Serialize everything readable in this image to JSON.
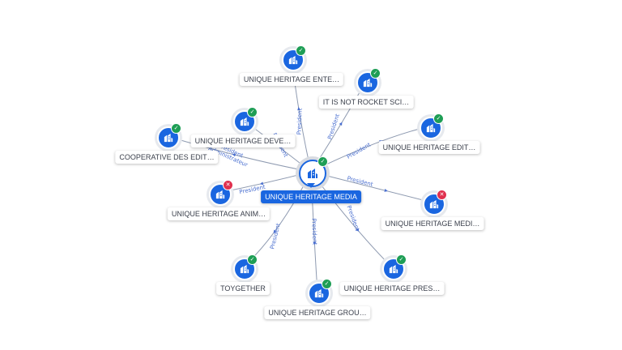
{
  "center": {
    "label": "UNIQUE HERITAGE MEDIA",
    "icon": "company-icon",
    "status": "active"
  },
  "nodes": [
    {
      "id": "n1",
      "label": "UNIQUE HERITAGE ENTE…",
      "status": "active",
      "relation": "President"
    },
    {
      "id": "n2",
      "label": "IT IS NOT ROCKET SCI…",
      "status": "active",
      "relation": "President"
    },
    {
      "id": "n3",
      "label": "UNIQUE HERITAGE DEVE…",
      "status": "active",
      "relation": "President"
    },
    {
      "id": "n4",
      "label": "COOPERATIVE DES EDIT…",
      "status": "active",
      "relation": "President Administrateur"
    },
    {
      "id": "n5",
      "label": "UNIQUE HERITAGE EDIT…",
      "status": "active",
      "relation": "President"
    },
    {
      "id": "n6",
      "label": "UNIQUE HERITAGE ANIM…",
      "status": "inactive",
      "relation": "President"
    },
    {
      "id": "n7",
      "label": "UNIQUE HERITAGE MEDI…",
      "status": "inactive",
      "relation": "President"
    },
    {
      "id": "n8",
      "label": "TOYGETHER",
      "status": "active",
      "relation": "President"
    },
    {
      "id": "n9",
      "label": "UNIQUE HERITAGE GROU…",
      "status": "active",
      "relation": "President"
    },
    {
      "id": "n10",
      "label": "UNIQUE HERITAGE PRES…",
      "status": "active",
      "relation": "President"
    }
  ],
  "icons": {
    "node": "company-icon",
    "active_badge": "check-icon",
    "inactive_badge": "cross-icon"
  },
  "colors": {
    "node_blue": "#1a66e0",
    "active_green": "#1e9e55",
    "inactive_red": "#e0304e",
    "edge": "#8e9ab0",
    "edge_label": "#4a6fd0"
  }
}
